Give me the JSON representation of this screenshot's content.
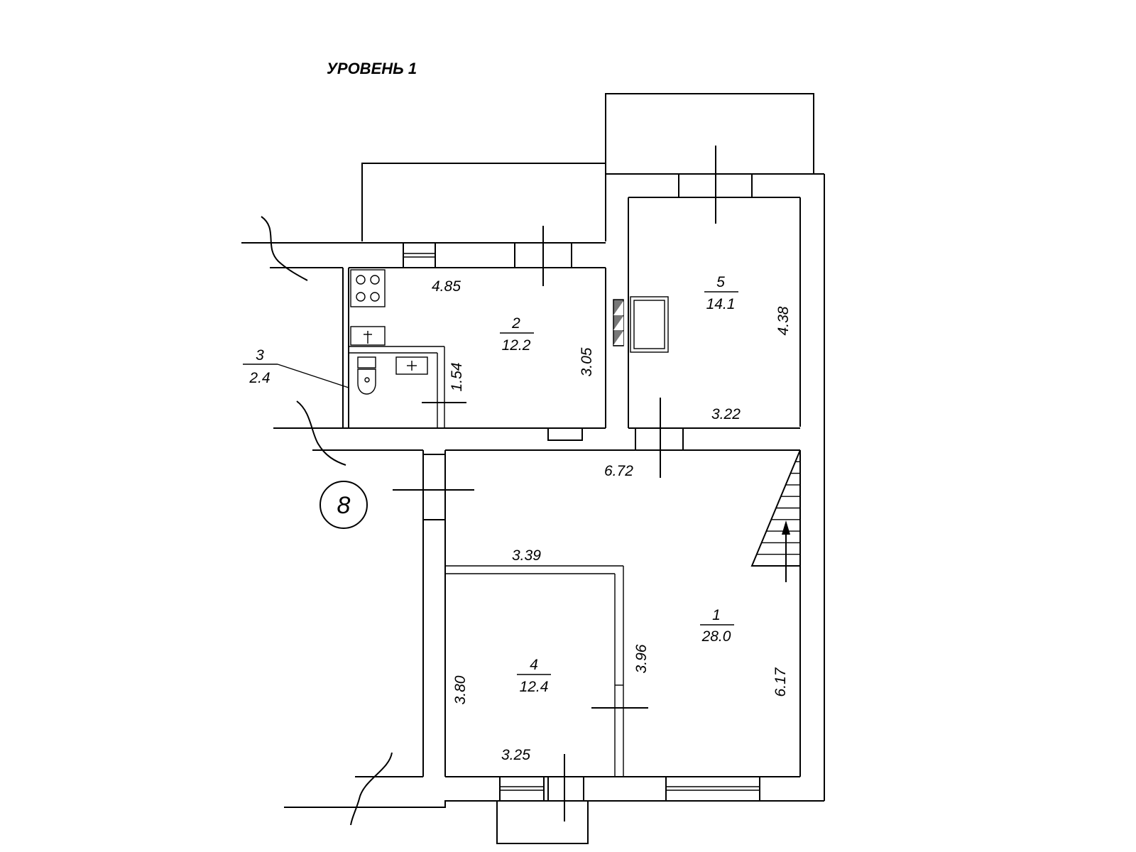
{
  "plan": {
    "title": "УРОВЕНЬ 1",
    "building_number": "8",
    "rooms": [
      {
        "number": "1",
        "area": "28.0"
      },
      {
        "number": "2",
        "area": "12.2"
      },
      {
        "number": "3",
        "area": "2.4"
      },
      {
        "number": "4",
        "area": "12.4"
      },
      {
        "number": "5",
        "area": "14.1"
      }
    ],
    "dimensions": {
      "room2_width": "4.85",
      "room2_height": "3.05",
      "room3_height": "1.54",
      "room5_height": "4.38",
      "room5_width": "3.22",
      "room1_width": "6.72",
      "room1_height": "6.17",
      "room4_top": "3.39",
      "room4_right": "3.96",
      "room4_left": "3.80",
      "room4_bottom": "3.25"
    }
  }
}
